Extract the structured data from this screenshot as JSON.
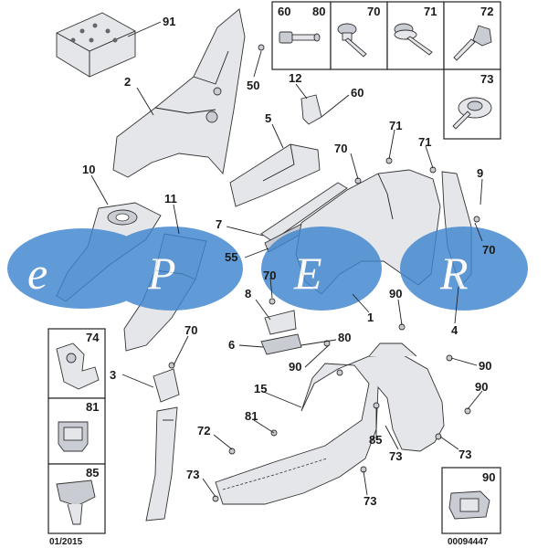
{
  "callouts": {
    "c91": "91",
    "c2": "2",
    "c50": "50",
    "c12": "12",
    "c60b": "60",
    "c5": "5",
    "c70a": "70",
    "c71a": "71",
    "c71b": "71",
    "c9": "9",
    "c10": "10",
    "c11": "11",
    "c7": "7",
    "c55": "55",
    "c70b": "70",
    "c70c": "70",
    "c8": "8",
    "c1": "1",
    "c90a": "90",
    "c4": "4",
    "c70d": "70",
    "c6": "6",
    "c80": "80",
    "c90b": "90",
    "c90c": "90",
    "c3": "3",
    "c15": "15",
    "c90d": "90",
    "c81": "81",
    "c72": "72",
    "c85": "85",
    "c73a": "73",
    "c73b": "73",
    "c73c": "73",
    "c73d": "73"
  },
  "fastener_boxes": {
    "b60": "60",
    "b80": "80",
    "b70": "70",
    "b71": "71",
    "b72": "72",
    "b73": "73"
  },
  "inset_boxes": {
    "i74": "74",
    "i81": "81",
    "i85": "85",
    "i90": "90"
  },
  "watermark": {
    "e": "e",
    "p": "P",
    "E": "E",
    "r": "R"
  },
  "footer": {
    "date": "01/2015",
    "ref": "00094447"
  },
  "colors": {
    "watermark_blue": "#3f86cf",
    "line": "#222222",
    "part_fill": "#e4e6ea"
  }
}
